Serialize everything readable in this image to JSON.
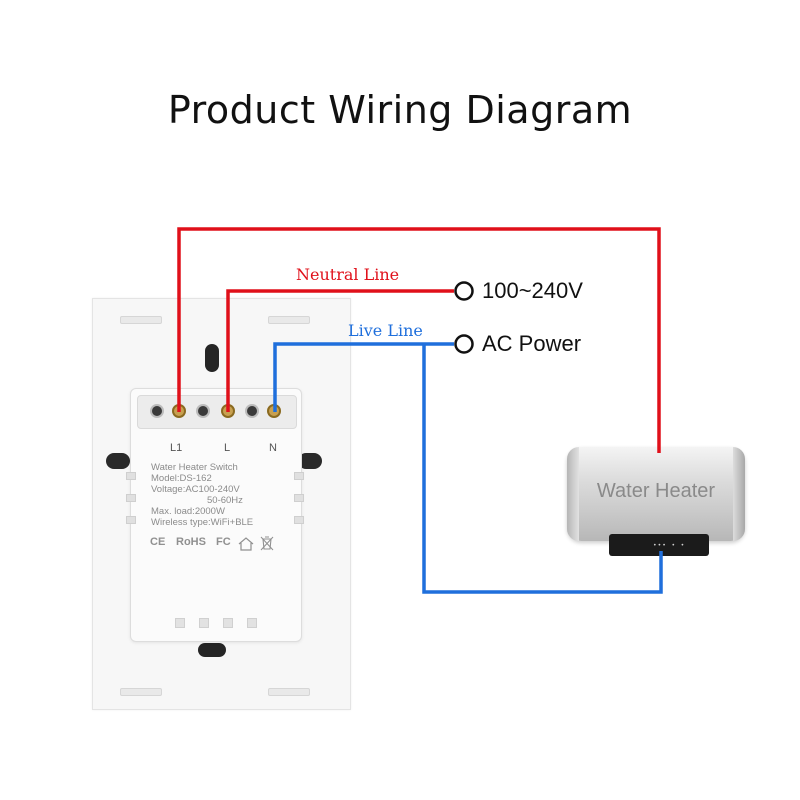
{
  "title": "Product Wiring Diagram",
  "switch": {
    "terminal_labels": [
      "L1",
      "L",
      "N"
    ],
    "spec_lines": [
      "Water Heater Switch",
      "Model:DS-162",
      "Voltage:AC100-240V",
      "50-60Hz",
      "Max. load:2000W",
      "Wireless type:WiFi+BLE"
    ],
    "certifications": [
      "CE",
      "RoHS",
      "FC"
    ]
  },
  "wires": {
    "neutral_label": "Neutral Line",
    "live_label": "Live Line",
    "neutral_color": "#e0101a",
    "live_color": "#1f6fdc"
  },
  "power": {
    "voltage": "100~240V",
    "source": "AC Power"
  },
  "heater": {
    "label": "Water Heater",
    "panel_display": "••• • •"
  }
}
